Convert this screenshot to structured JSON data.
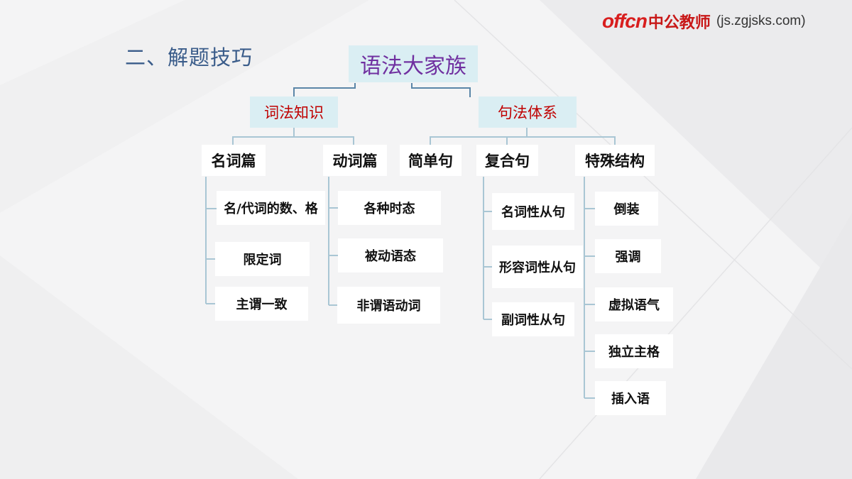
{
  "header": {
    "logo_offcn": "offcn",
    "logo_name": "中公教师",
    "logo_url": "(js.zgjsks.com)",
    "section_title": "二、解题技巧"
  },
  "diagram": {
    "root": "语法大家族",
    "branches": [
      {
        "label": "词法知识",
        "groups": [
          {
            "label": "名词篇",
            "items": [
              "名/代词的数、格",
              "限定词",
              "主谓一致"
            ]
          },
          {
            "label": "动词篇",
            "items": [
              "各种时态",
              "被动语态",
              "非谓语动词"
            ]
          }
        ]
      },
      {
        "label": "句法体系",
        "groups": [
          {
            "label": "简单句",
            "items": []
          },
          {
            "label": "复合句",
            "items": [
              "名词性从句",
              "形容词性从句",
              "副词性从句"
            ]
          },
          {
            "label": "特殊结构",
            "items": [
              "倒装",
              "强调",
              "虚拟语气",
              "独立主格",
              "插入语"
            ]
          }
        ]
      }
    ]
  },
  "colors": {
    "root_text": "#7030a0",
    "branch_text": "#c00000",
    "branch_box": "#daeef3",
    "connector": "#a9c6d4",
    "title_text": "#3a5c8a",
    "logo_red": "#d81e1e"
  }
}
